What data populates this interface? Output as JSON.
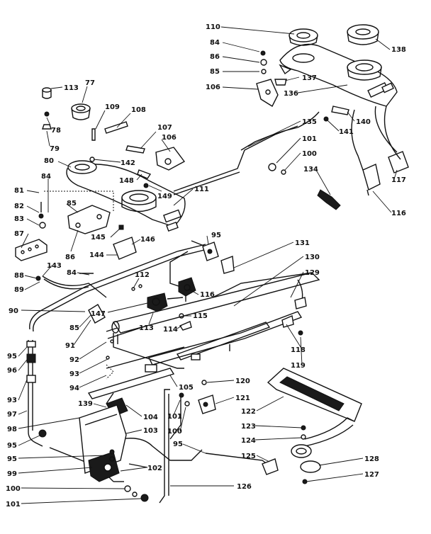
{
  "callouts": [
    {
      "id": "c113",
      "text": "113"
    },
    {
      "id": "c77",
      "text": "77"
    },
    {
      "id": "c109",
      "text": "109"
    },
    {
      "id": "c108",
      "text": "108"
    },
    {
      "id": "c78",
      "text": "78"
    },
    {
      "id": "c79",
      "text": "79"
    },
    {
      "id": "c107",
      "text": "107"
    },
    {
      "id": "c106a",
      "text": "106"
    },
    {
      "id": "c142",
      "text": "142"
    },
    {
      "id": "c80",
      "text": "80"
    },
    {
      "id": "c148",
      "text": "148"
    },
    {
      "id": "c149",
      "text": "149"
    },
    {
      "id": "c111",
      "text": "111"
    },
    {
      "id": "c84a",
      "text": "84"
    },
    {
      "id": "c81",
      "text": "81"
    },
    {
      "id": "c85a",
      "text": "85"
    },
    {
      "id": "c82",
      "text": "82"
    },
    {
      "id": "c83",
      "text": "83"
    },
    {
      "id": "c87",
      "text": "87"
    },
    {
      "id": "c86a",
      "text": "86"
    },
    {
      "id": "c145",
      "text": "145"
    },
    {
      "id": "c146",
      "text": "146"
    },
    {
      "id": "c144",
      "text": "144"
    },
    {
      "id": "c95a",
      "text": "95"
    },
    {
      "id": "c88",
      "text": "88"
    },
    {
      "id": "c143",
      "text": "143"
    },
    {
      "id": "c89",
      "text": "89"
    },
    {
      "id": "c84b",
      "text": "84"
    },
    {
      "id": "c112",
      "text": "112"
    },
    {
      "id": "c90",
      "text": "90"
    },
    {
      "id": "c147",
      "text": "147"
    },
    {
      "id": "c85b",
      "text": "85"
    },
    {
      "id": "c113b",
      "text": "113"
    },
    {
      "id": "c114",
      "text": "114"
    },
    {
      "id": "c115",
      "text": "115"
    },
    {
      "id": "c116a",
      "text": "116"
    },
    {
      "id": "c91",
      "text": "91"
    },
    {
      "id": "c95b",
      "text": "95"
    },
    {
      "id": "c92",
      "text": "92"
    },
    {
      "id": "c96",
      "text": "96"
    },
    {
      "id": "c93a",
      "text": "93"
    },
    {
      "id": "c94",
      "text": "94"
    },
    {
      "id": "c105",
      "text": "105"
    },
    {
      "id": "c93b",
      "text": "93"
    },
    {
      "id": "c97",
      "text": "97"
    },
    {
      "id": "c98",
      "text": "98"
    },
    {
      "id": "c139",
      "text": "139"
    },
    {
      "id": "c104",
      "text": "104"
    },
    {
      "id": "c103",
      "text": "103"
    },
    {
      "id": "c95c",
      "text": "95"
    },
    {
      "id": "c95d",
      "text": "95"
    },
    {
      "id": "c99",
      "text": "99"
    },
    {
      "id": "c102",
      "text": "102"
    },
    {
      "id": "c100a",
      "text": "100"
    },
    {
      "id": "c101a",
      "text": "101"
    },
    {
      "id": "c101b",
      "text": "101"
    },
    {
      "id": "c100b",
      "text": "100"
    },
    {
      "id": "c95e",
      "text": "95"
    },
    {
      "id": "c126",
      "text": "126"
    },
    {
      "id": "c110",
      "text": "110"
    },
    {
      "id": "c84c",
      "text": "84"
    },
    {
      "id": "c86b",
      "text": "86"
    },
    {
      "id": "c85c",
      "text": "85"
    },
    {
      "id": "c106b",
      "text": "106"
    },
    {
      "id": "c137",
      "text": "137"
    },
    {
      "id": "c136",
      "text": "136"
    },
    {
      "id": "c138",
      "text": "138"
    },
    {
      "id": "c135",
      "text": "135"
    },
    {
      "id": "c140",
      "text": "140"
    },
    {
      "id": "c141",
      "text": "141"
    },
    {
      "id": "c101c",
      "text": "101"
    },
    {
      "id": "c100c",
      "text": "100"
    },
    {
      "id": "c134",
      "text": "134"
    },
    {
      "id": "c117",
      "text": "117"
    },
    {
      "id": "c116b",
      "text": "116"
    },
    {
      "id": "c131",
      "text": "131"
    },
    {
      "id": "c130",
      "text": "130"
    },
    {
      "id": "c129",
      "text": "129"
    },
    {
      "id": "c118",
      "text": "118"
    },
    {
      "id": "c119",
      "text": "119"
    },
    {
      "id": "c120",
      "text": "120"
    },
    {
      "id": "c121",
      "text": "121"
    },
    {
      "id": "c122",
      "text": "122"
    },
    {
      "id": "c123",
      "text": "123"
    },
    {
      "id": "c124",
      "text": "124"
    },
    {
      "id": "c125",
      "text": "125"
    },
    {
      "id": "c128",
      "text": "128"
    },
    {
      "id": "c127",
      "text": "127"
    }
  ]
}
